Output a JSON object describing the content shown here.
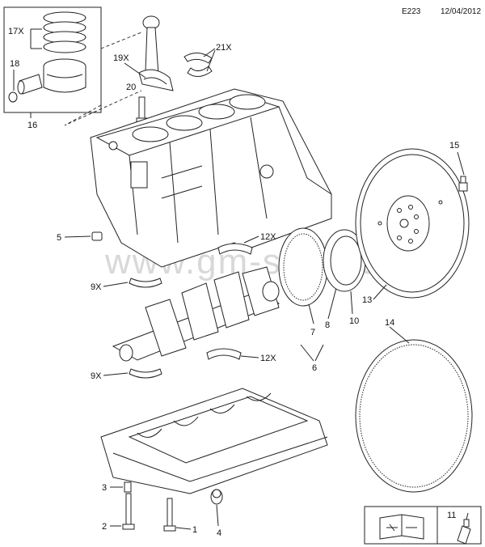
{
  "header": {
    "code": "E223",
    "date": "12/04/2012"
  },
  "watermark": "www.gm-shk…u",
  "callouts": {
    "c17x": "17X",
    "c18": "18",
    "c16": "16",
    "c19x": "19X",
    "c20": "20",
    "c21x": "21X",
    "c15": "15",
    "c5": "5",
    "c12x_top": "12X",
    "c9x_top": "9X",
    "c13": "13",
    "c7": "7",
    "c8": "8",
    "c10": "10",
    "c14": "14",
    "c6": "6",
    "c12x_bot": "12X",
    "c9x_bot": "9X",
    "c3": "3",
    "c2": "2",
    "c1": "1",
    "c4": "4",
    "c11": "11"
  },
  "legend_box": {
    "icons": [
      "service-manual-icon",
      "sealant-tube-icon"
    ]
  }
}
